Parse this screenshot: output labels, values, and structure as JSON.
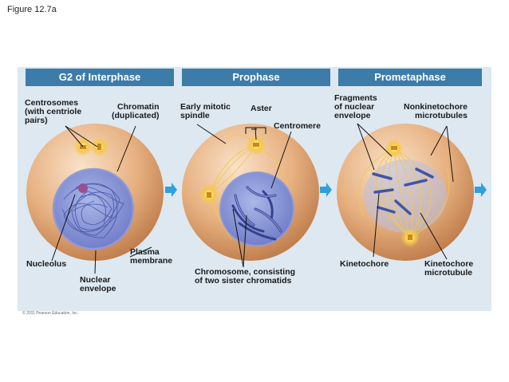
{
  "figure_label": "Figure 12.7a",
  "headers": {
    "g2": "G2 of Interphase",
    "prophase": "Prophase",
    "prometaphase": "Prometaphase"
  },
  "labels": {
    "centrosomes": "Centrosomes\n(with centriole\npairs)",
    "chromatin": "Chromatin\n(duplicated)",
    "early_mitotic_spindle": "Early mitotic\nspindle",
    "aster": "Aster",
    "centromere": "Centromere",
    "fragments": "Fragments\nof nuclear\nenvelope",
    "nonkinetochore": "Nonkinetochore\nmicrotubules",
    "nucleolus": "Nucleolus",
    "nuclear_envelope": "Nuclear\nenvelope",
    "plasma_membrane": "Plasma\nmembrane",
    "chromosome": "Chromosome, consisting\nof two sister chromatids",
    "kinetochore": "Kinetochore",
    "kinetochore_microtubule": "Kinetochore\nmicrotubule"
  },
  "copyright": "© 2011 Pearson Education, Inc."
}
